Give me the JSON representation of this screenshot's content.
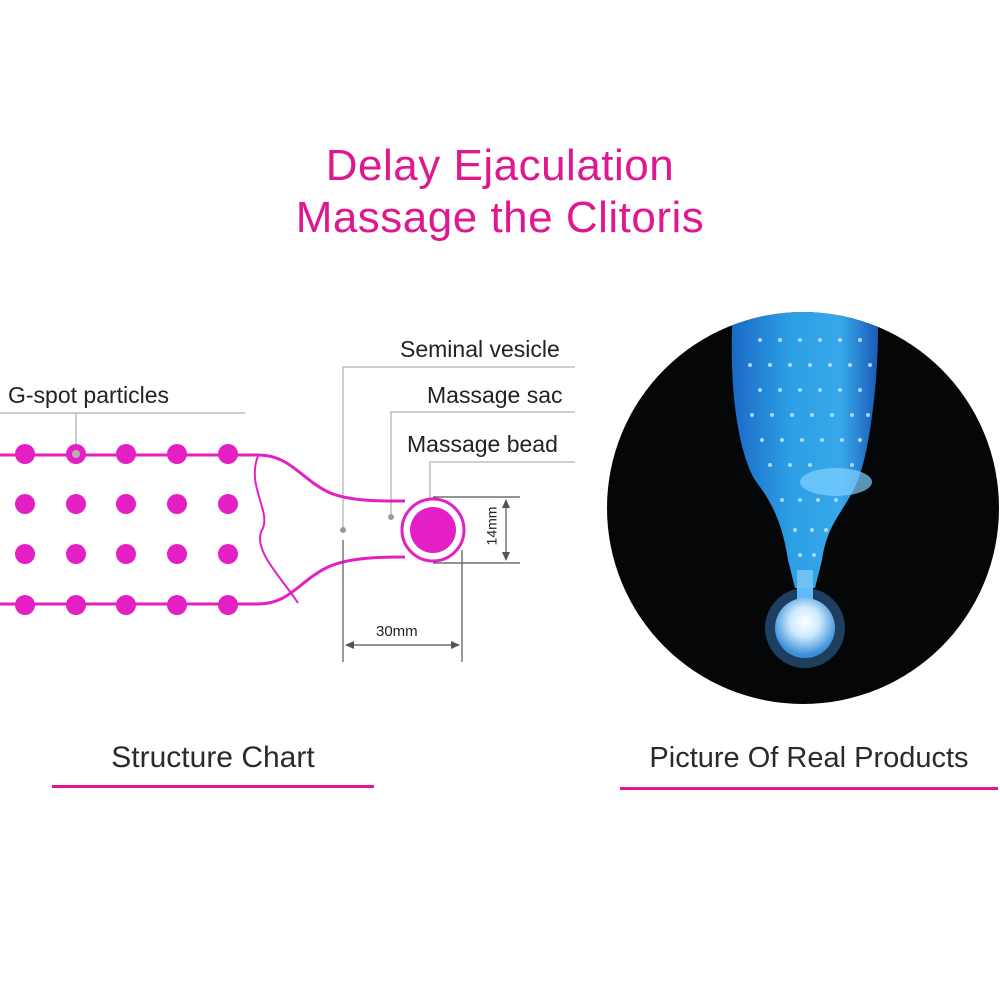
{
  "headline": {
    "line1": "Delay Ejaculation",
    "line2": "Massage the Clitoris",
    "color": "#e0188f"
  },
  "structure": {
    "labels": {
      "seminal_vesicle": "Seminal vesicle",
      "massage_sac": "Massage sac",
      "massage_bead": "Massage bead",
      "g_spot_particles": "G-spot particles"
    },
    "dimensions": {
      "height": "14mm",
      "length": "30mm"
    },
    "accent_color": "#e41fc4",
    "particle_grid": {
      "rows": 4,
      "columns": 5
    }
  },
  "captions": {
    "left": "Structure Chart",
    "right": "Picture Of Real Products",
    "underline_color": "#e0188f"
  },
  "product_photo": {
    "background_color": "#050608",
    "product_color": "#2f9be6"
  }
}
